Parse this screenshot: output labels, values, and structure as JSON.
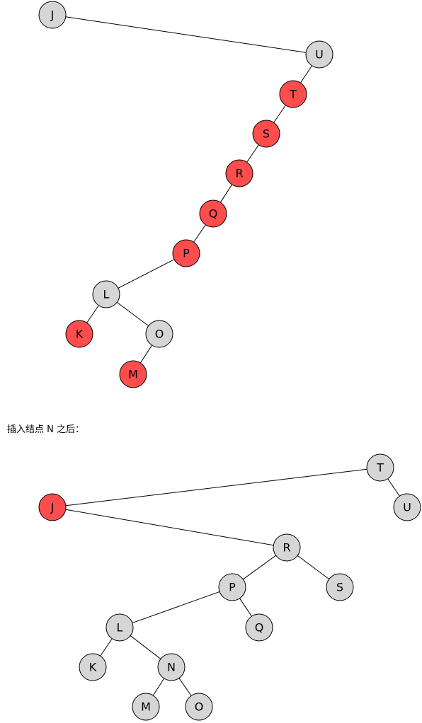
{
  "caption": "插入结点 N 之后：",
  "colors": {
    "red": "#ff4d4d",
    "black": "#d6d6d6"
  },
  "trees": [
    {
      "name": "before",
      "nodes": [
        {
          "key": "J",
          "color": "black"
        },
        {
          "key": "U",
          "color": "black"
        },
        {
          "key": "T",
          "color": "red"
        },
        {
          "key": "S",
          "color": "red"
        },
        {
          "key": "R",
          "color": "red"
        },
        {
          "key": "Q",
          "color": "red"
        },
        {
          "key": "P",
          "color": "red"
        },
        {
          "key": "L",
          "color": "black"
        },
        {
          "key": "K",
          "color": "red"
        },
        {
          "key": "O",
          "color": "black"
        },
        {
          "key": "M",
          "color": "red"
        }
      ],
      "edges": [
        [
          "J",
          "U"
        ],
        [
          "U",
          "T"
        ],
        [
          "T",
          "S"
        ],
        [
          "S",
          "R"
        ],
        [
          "R",
          "Q"
        ],
        [
          "Q",
          "P"
        ],
        [
          "P",
          "L"
        ],
        [
          "L",
          "K"
        ],
        [
          "L",
          "O"
        ],
        [
          "O",
          "M"
        ]
      ]
    },
    {
      "name": "after",
      "nodes": [
        {
          "key": "T",
          "color": "black"
        },
        {
          "key": "J",
          "color": "red"
        },
        {
          "key": "U",
          "color": "black"
        },
        {
          "key": "R",
          "color": "black"
        },
        {
          "key": "P",
          "color": "black"
        },
        {
          "key": "S",
          "color": "black"
        },
        {
          "key": "L",
          "color": "black"
        },
        {
          "key": "Q",
          "color": "black"
        },
        {
          "key": "K",
          "color": "black"
        },
        {
          "key": "N",
          "color": "black"
        },
        {
          "key": "M",
          "color": "black"
        },
        {
          "key": "O",
          "color": "black"
        }
      ],
      "edges": [
        [
          "T",
          "J"
        ],
        [
          "T",
          "U"
        ],
        [
          "J",
          "R"
        ],
        [
          "R",
          "P"
        ],
        [
          "R",
          "S"
        ],
        [
          "P",
          "L"
        ],
        [
          "P",
          "Q"
        ],
        [
          "L",
          "K"
        ],
        [
          "L",
          "N"
        ],
        [
          "N",
          "M"
        ],
        [
          "N",
          "O"
        ]
      ]
    }
  ]
}
